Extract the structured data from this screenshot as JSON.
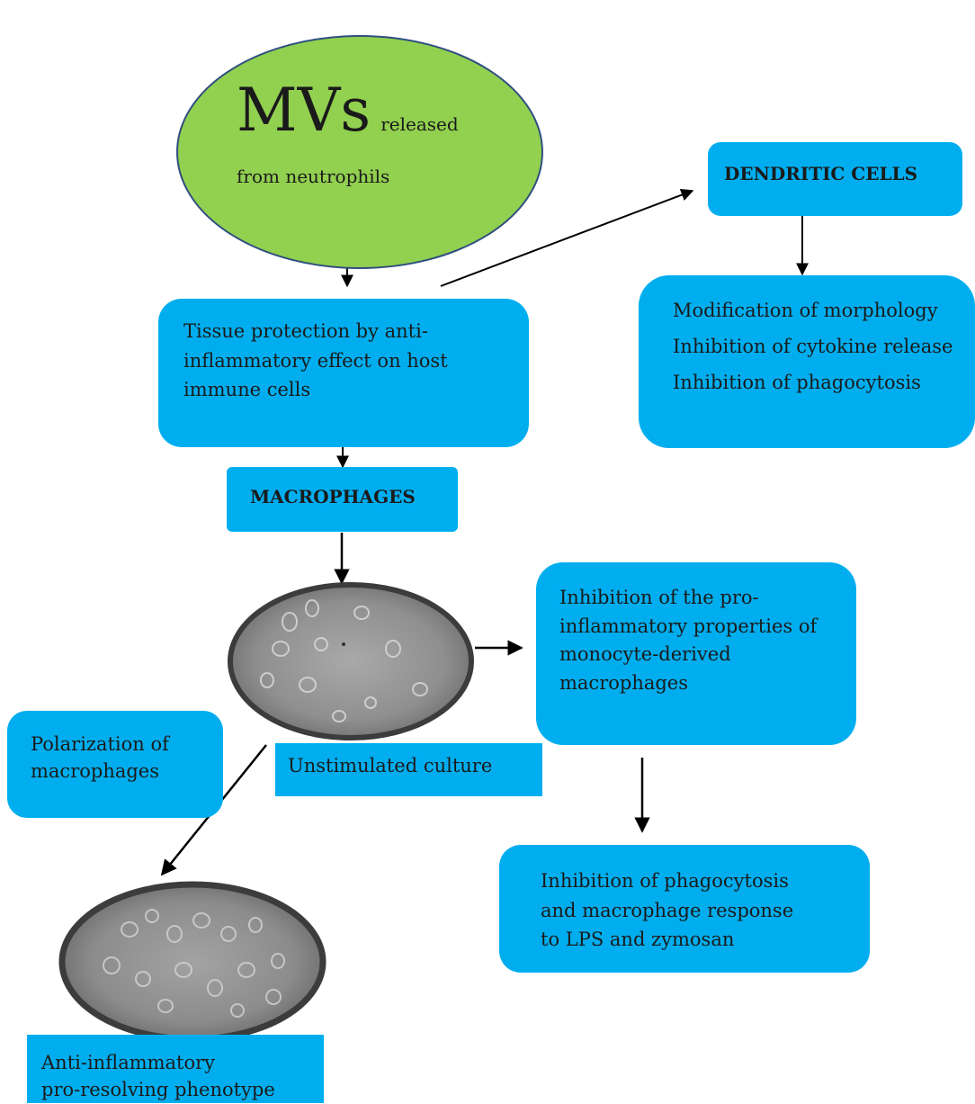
{
  "mvs": {
    "big": "MVs",
    "small": "released",
    "line2": "from neutrophils",
    "fill_color": "#92D050"
  },
  "tissue": {
    "lines": [
      "Tissue protection by anti-",
      "inflammatory effect on host",
      "immune cells"
    ]
  },
  "dendritic": {
    "label": "DENDRITIC CELLS"
  },
  "dendritic_effects": {
    "lines": [
      "Modification of morphology",
      "Inhibition of cytokine release",
      "Inhibition of phagocytosis"
    ]
  },
  "macrophages": {
    "label": "MACROPHAGES"
  },
  "unstimulated": {
    "label": "Unstimulated culture"
  },
  "inhibition_pro": {
    "lines": [
      "Inhibition of the pro-",
      "inflammatory properties of",
      "monocyte-derived",
      "macrophages"
    ]
  },
  "polarization": {
    "lines": [
      "Polarization of",
      "macrophages"
    ]
  },
  "inhibition_phago": {
    "lines": [
      "Inhibition of phagocytosis",
      "and macrophage response",
      "to LPS and zymosan"
    ]
  },
  "anti_inflammatory": {
    "lines": [
      "Anti-inflammatory",
      "pro-resolving phenotype"
    ]
  },
  "colors": {
    "box": "#00AEEF",
    "ellipse": "#92D050",
    "arrow": "#000000"
  }
}
